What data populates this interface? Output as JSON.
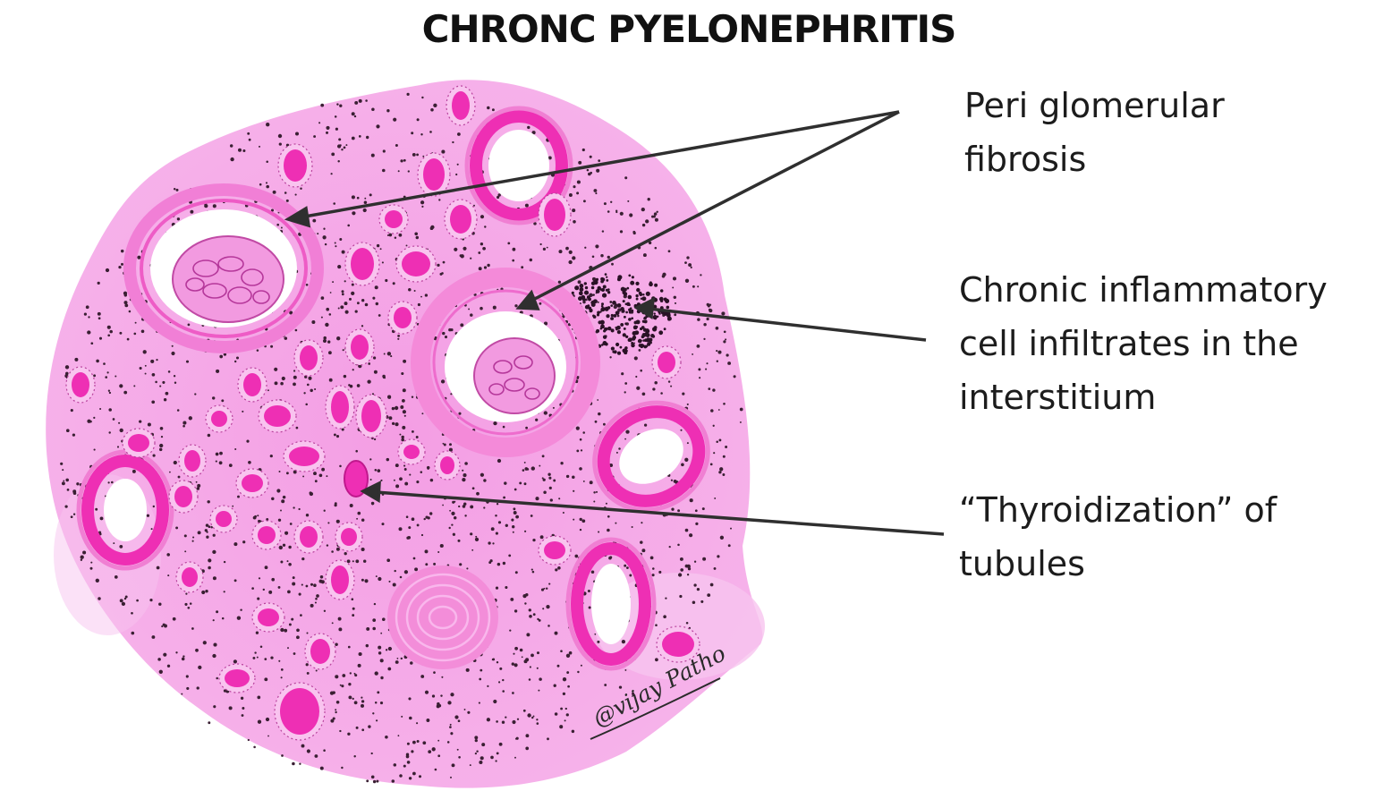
{
  "title": "CHRONC PYELONEPHRITIS",
  "labels": {
    "peri_glomerular": [
      "Peri glomerular",
      "fibrosis"
    ],
    "chronic_inflammatory": [
      "Chronic inflammatory",
      "cell infiltrates in the",
      "interstitium"
    ],
    "thyroidization": [
      "“Thyroidization” of",
      "tubules"
    ]
  },
  "signature": "@vijay Patho",
  "colors": {
    "tissue": "#f3a3e6",
    "tissue_light": "#f8c4ef",
    "magenta": "#ee2fb4",
    "fibrosis_pink": "#f17fd6",
    "nuclei": "#3a1f33",
    "arrow": "#2f2f2f"
  }
}
